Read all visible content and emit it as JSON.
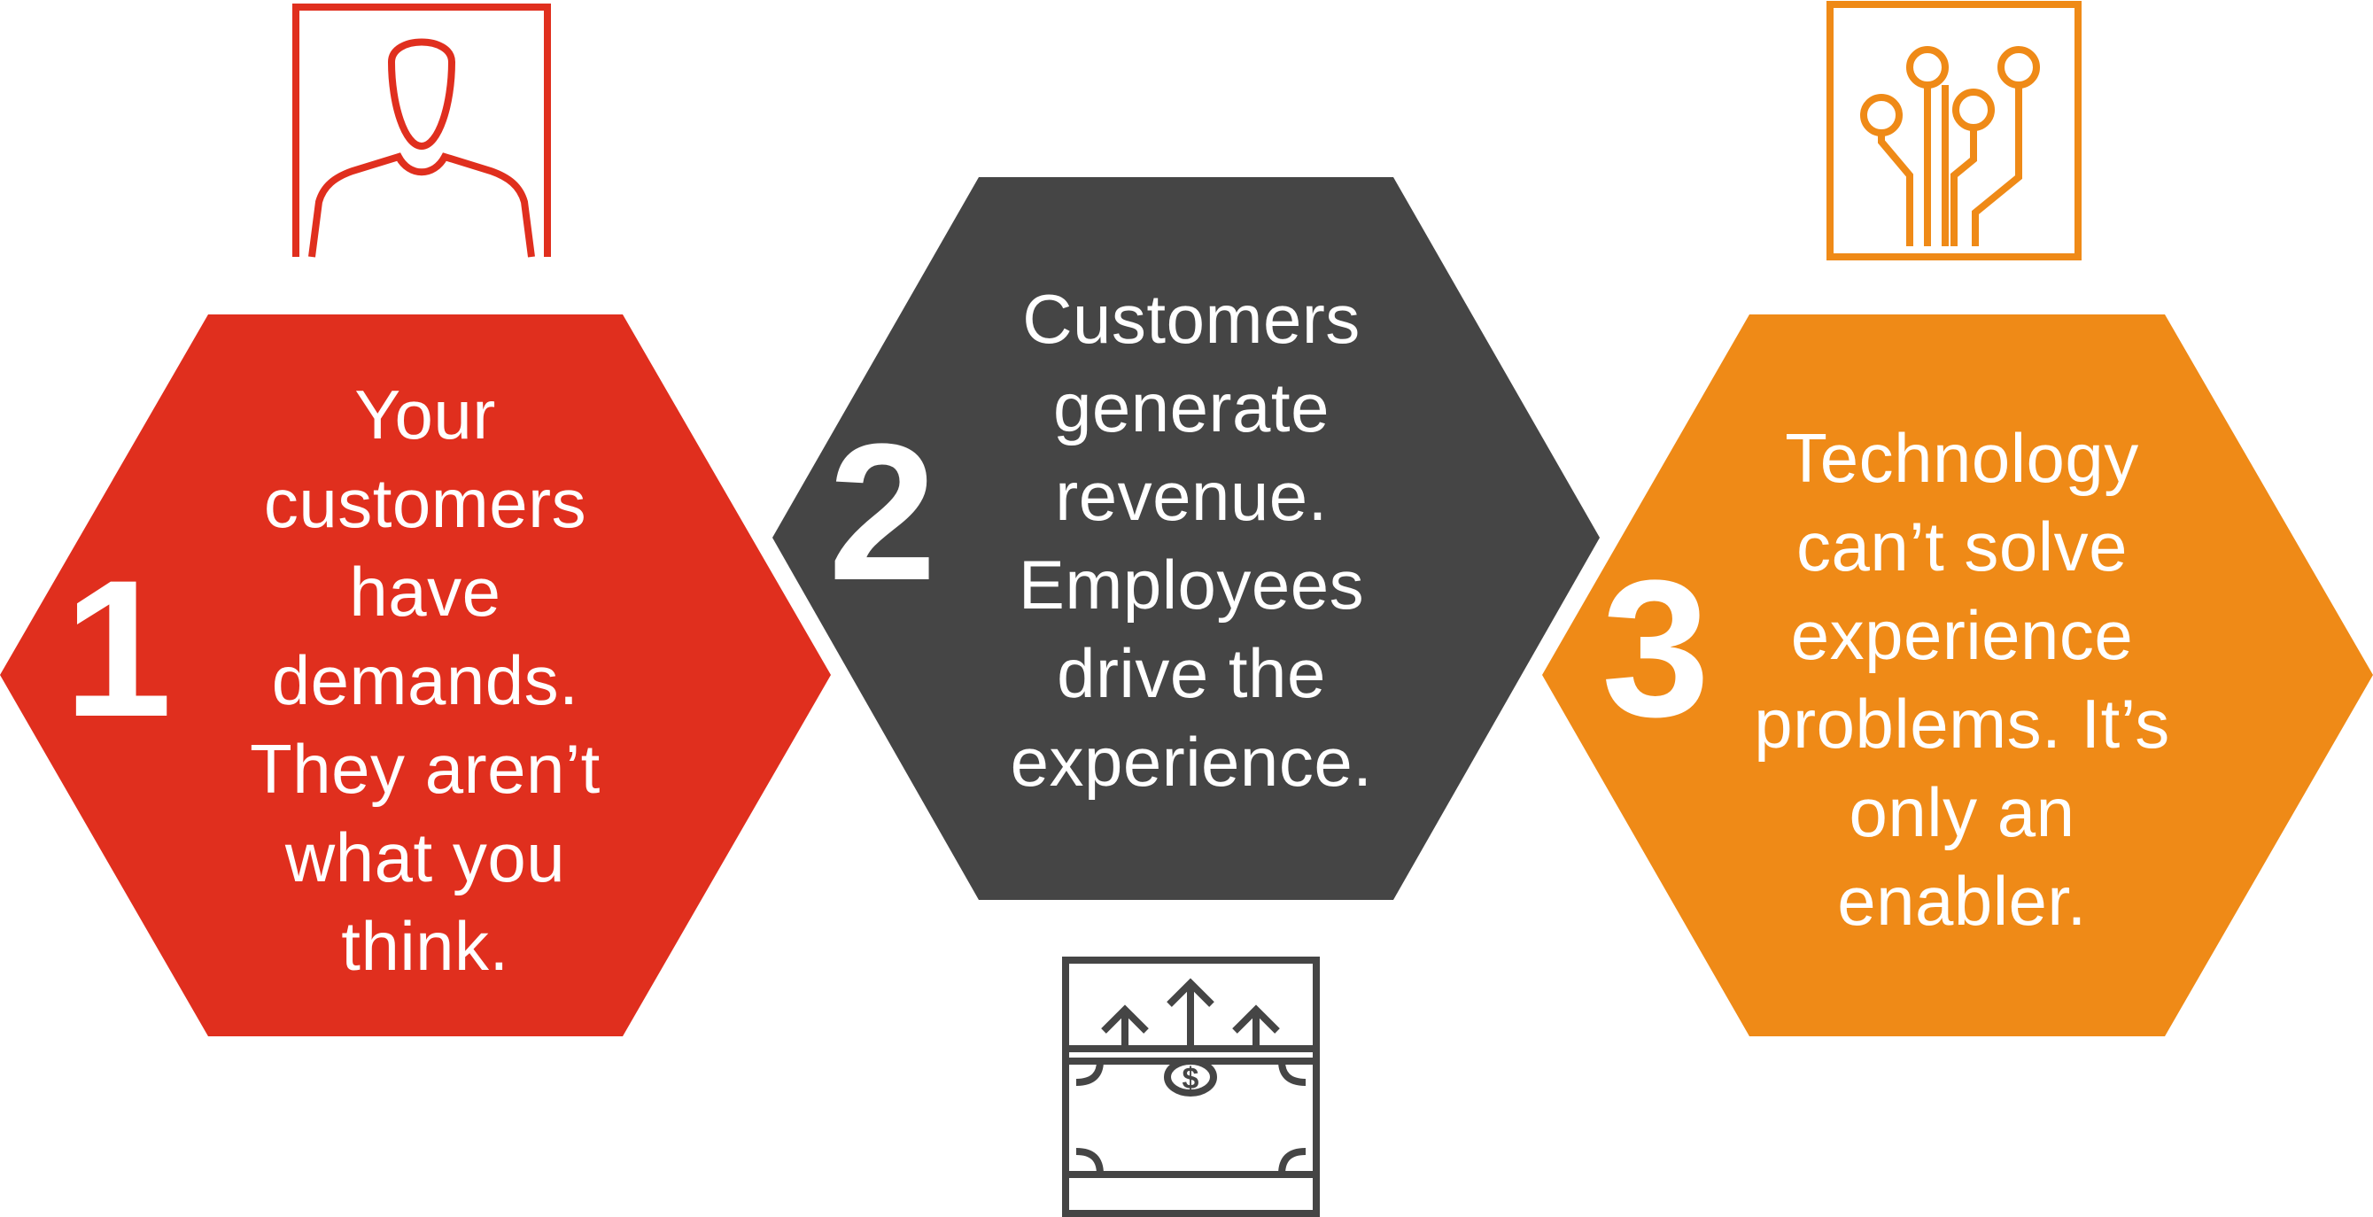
{
  "steps": [
    {
      "number": "1",
      "text": "Your\ncustomers\nhave\ndemands.\nThey aren’t\nwhat you\nthink.",
      "color": "#E02F1E",
      "icon": "person-icon"
    },
    {
      "number": "2",
      "text": "Customers\ngenerate\nrevenue.\nEmployees\ndrive the\nexperience.",
      "color": "#454545",
      "icon": "money-growth-icon"
    },
    {
      "number": "3",
      "text": "Technology\ncan’t solve\nexperience\nproblems. It’s\nonly an\nenabler.",
      "color": "#EF8A17",
      "icon": "circuit-icon"
    }
  ]
}
